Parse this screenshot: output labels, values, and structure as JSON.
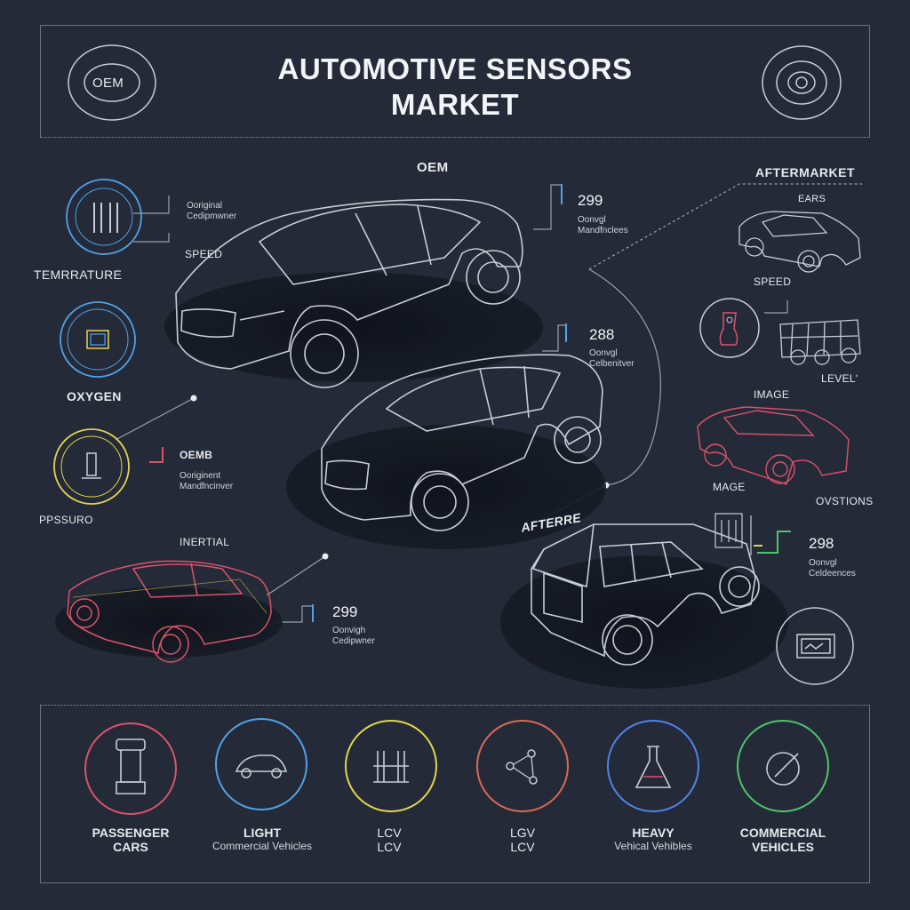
{
  "header": {
    "title_line1": "AUTOMOTIVE SENSORS",
    "title_line2": "MARKET",
    "badge_left": "OEM"
  },
  "oem": {
    "heading": "OEM",
    "callout_top": {
      "text_line1": "Ooriginal",
      "text_line2": "Cedipmwner"
    },
    "sensors": {
      "temperature": "TEMRRATURE",
      "speed": "SPEED",
      "oxygen": "OXYGEN",
      "pressure": "PPSSURO",
      "inertial": "INERTIAL"
    },
    "oemb": {
      "label": "OEMB",
      "text_line1": "Ooriginent",
      "text_line2": "Mandfncinver"
    },
    "stats": [
      {
        "value": "299",
        "line1": "Oonvgl",
        "line2": "Mandfnclees"
      },
      {
        "value": "288",
        "line1": "Oonvgl",
        "line2": "Celbenitver"
      },
      {
        "value": "299",
        "line1": "Oonvigh",
        "line2": "Cedipwner"
      }
    ]
  },
  "aftermarket": {
    "heading": "AFTERMARKET",
    "label_afterre": "AFTERRE",
    "labels": {
      "ears": "EARS",
      "speed": "SPEED",
      "level": "LEVEL'",
      "image": "IMAGE",
      "mage": "MAGE",
      "ovstions": "OVSTIONS"
    },
    "stat": {
      "value": "298",
      "line1": "Oonvgl",
      "line2": "Celdeences"
    }
  },
  "segments": [
    {
      "line1": "PASSENGER",
      "line2": "CARS",
      "icon": "sensor-cylinder-icon",
      "color": "#d9536b"
    },
    {
      "line1": "LIGHT",
      "line2": "Commercial Vehicles",
      "icon": "car-icon",
      "color": "#4fa3e8"
    },
    {
      "line1": "LCV",
      "line2": "LCV",
      "icon": "pressure-gauge-icon",
      "color": "#e1d64f"
    },
    {
      "line1": "LGV",
      "line2": "LCV",
      "icon": "network-nodes-icon",
      "color": "#d96a55"
    },
    {
      "line1": "HEAVY",
      "line2": "Vehical Vehibles",
      "icon": "flask-icon",
      "color": "#4f83e8"
    },
    {
      "line1": "COMMERCIAL",
      "line2": "VEHICLES",
      "icon": "disc-icon",
      "color": "#4fc46a"
    }
  ],
  "colors": {
    "background": "#252a38",
    "line": "#c8ccd6",
    "accent_blue": "#4fa3e8",
    "accent_yellow": "#e1d64f",
    "accent_red": "#d9536b",
    "accent_green": "#4fc46a"
  }
}
